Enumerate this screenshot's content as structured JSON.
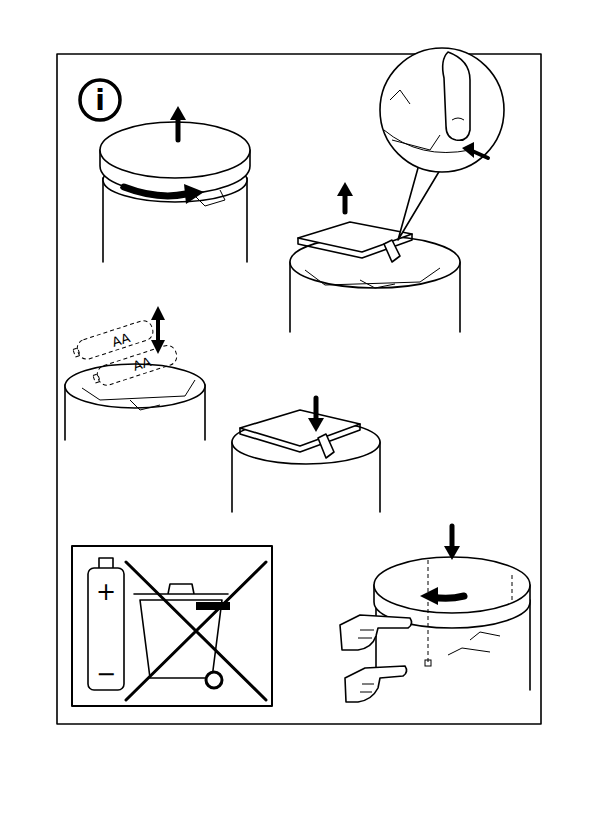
{
  "diagram": {
    "labels": [
      "i",
      "AA",
      "AA",
      "+",
      "−"
    ]
  }
}
